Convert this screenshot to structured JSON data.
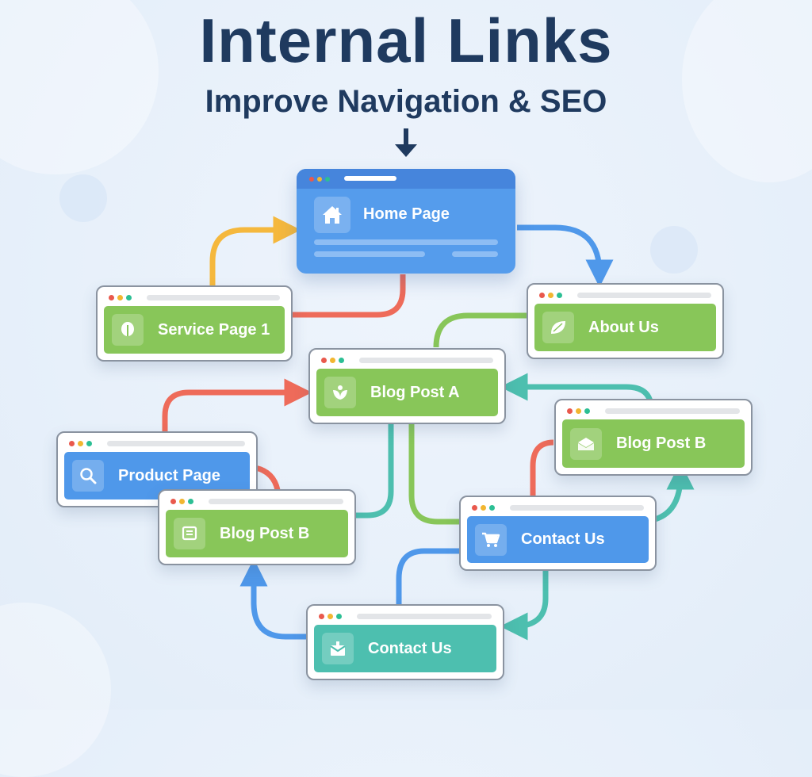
{
  "header": {
    "title": "Internal Links",
    "subtitle": "Improve Navigation & SEO"
  },
  "colors": {
    "title": "#1f3a5f",
    "green": "#88c659",
    "blue": "#4f98ea",
    "teal": "#4dbfaf",
    "red_arrow": "#ee6b5a",
    "yellow_arrow": "#f5b83d",
    "blue_arrow": "#4f98ea",
    "green_arrow": "#88c659",
    "teal_arrow": "#4dbfaf"
  },
  "pages": {
    "home": {
      "label": "Home Page",
      "icon": "home-icon"
    },
    "service1": {
      "label": "Service Page 1",
      "icon": "bulb-icon"
    },
    "about": {
      "label": "About Us",
      "icon": "leaf-icon"
    },
    "blogA": {
      "label": "Blog Post A",
      "icon": "sprout-icon"
    },
    "blogB_right": {
      "label": "Blog Post B",
      "icon": "open-envelope-icon"
    },
    "product": {
      "label": "Product Page",
      "icon": "search-icon"
    },
    "blogB_left": {
      "label": "Blog Post B",
      "icon": "document-icon"
    },
    "contact_blue": {
      "label": "Contact Us",
      "icon": "cart-icon"
    },
    "contact_teal": {
      "label": "Contact Us",
      "icon": "mail-icon"
    }
  },
  "links": [
    {
      "from": "Service Page 1",
      "to": "Home Page",
      "color": "yellow"
    },
    {
      "from": "Home Page",
      "to": "Service Page 1",
      "color": "red"
    },
    {
      "from": "Home Page",
      "to": "About Us",
      "color": "blue"
    },
    {
      "from": "About Us",
      "to": "Blog Post A",
      "color": "green"
    },
    {
      "from": "Product Page",
      "to": "Blog Post A",
      "color": "red"
    },
    {
      "from": "Blog Post B",
      "to": "Blog Post A",
      "color": "teal"
    },
    {
      "from": "Blog Post A",
      "to": "Blog Post B",
      "color": "teal"
    },
    {
      "from": "Blog Post A",
      "to": "Contact Us",
      "color": "green"
    },
    {
      "from": "Product Page",
      "to": "Blog Post B",
      "color": "red"
    },
    {
      "from": "Contact Us",
      "to": "Blog Post B",
      "color": "red"
    },
    {
      "from": "Contact Us",
      "to": "Blog Post B",
      "color": "teal"
    },
    {
      "from": "Contact Us",
      "to": "Contact Us",
      "color": "blue"
    },
    {
      "from": "Contact Us",
      "to": "Contact Us",
      "color": "teal"
    },
    {
      "from": "Contact Us",
      "to": "Blog Post B",
      "color": "blue"
    }
  ]
}
